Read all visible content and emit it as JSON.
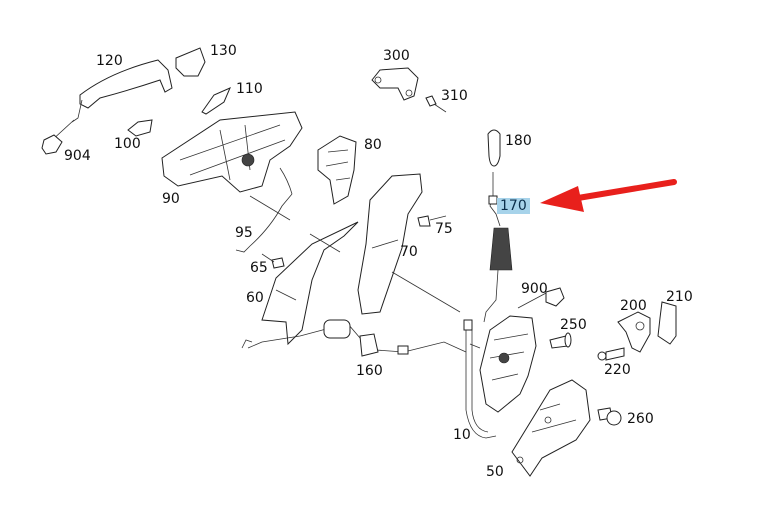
{
  "diagram": {
    "title": "Door lock and handle assembly exploded view",
    "highlighted_part": "170",
    "arrow_color": "#e8201c",
    "highlight_color": "#a7d3ea",
    "parts": [
      {
        "id": "120",
        "label": "120"
      },
      {
        "id": "130",
        "label": "130"
      },
      {
        "id": "110",
        "label": "110"
      },
      {
        "id": "100",
        "label": "100"
      },
      {
        "id": "904",
        "label": "904"
      },
      {
        "id": "90",
        "label": "90"
      },
      {
        "id": "300",
        "label": "300"
      },
      {
        "id": "310",
        "label": "310"
      },
      {
        "id": "80",
        "label": "80"
      },
      {
        "id": "180",
        "label": "180"
      },
      {
        "id": "170",
        "label": "170"
      },
      {
        "id": "95",
        "label": "95"
      },
      {
        "id": "75",
        "label": "75"
      },
      {
        "id": "70",
        "label": "70"
      },
      {
        "id": "65",
        "label": "65"
      },
      {
        "id": "60",
        "label": "60"
      },
      {
        "id": "900",
        "label": "900"
      },
      {
        "id": "210",
        "label": "210"
      },
      {
        "id": "200",
        "label": "200"
      },
      {
        "id": "250",
        "label": "250"
      },
      {
        "id": "220",
        "label": "220"
      },
      {
        "id": "160",
        "label": "160"
      },
      {
        "id": "260",
        "label": "260"
      },
      {
        "id": "10",
        "label": "10"
      },
      {
        "id": "50",
        "label": "50"
      }
    ]
  }
}
